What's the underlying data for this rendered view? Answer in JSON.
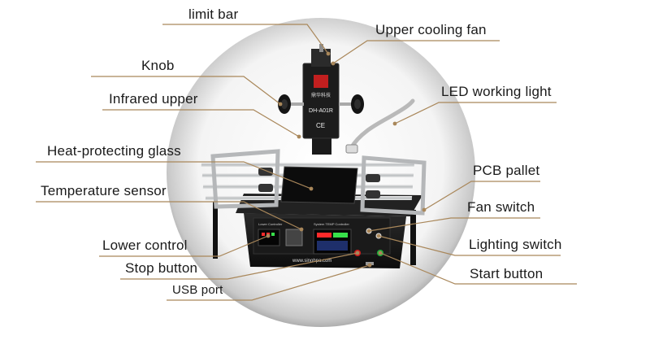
{
  "labels": {
    "limit_bar": "limit  bar",
    "upper_cooling_fan": "Upper cooling fan",
    "knob": "Knob",
    "led_working_light": "LED working light",
    "infrared_upper": "Infrared upper",
    "heat_protecting_glass": "Heat-protecting glass",
    "pcb_pallet": "PCB pallet",
    "temperature_sensor": "Temperature sensor",
    "fan_switch": "Fan switch",
    "lower_control": "Lower control",
    "lighting_switch": "Lighting switch",
    "stop_button": "Stop button",
    "start_button": "Start button",
    "usb_port": "USB port"
  },
  "device": {
    "model": "DH-A01R",
    "brand_cn": "鼎华科技",
    "website": "www.sinohpa.com",
    "panel_caption": "System TEMP Controller",
    "lower_caption": "Lower  Controller",
    "ce_mark": "CE"
  },
  "colors": {
    "leader_line": "#a9875a",
    "leader_dot": "#a9875a",
    "machine_dark": "#1b1b1b",
    "rail_metal": "#c9cbcd",
    "led_red": "#ff2a2a",
    "led_green": "#37e04a"
  }
}
